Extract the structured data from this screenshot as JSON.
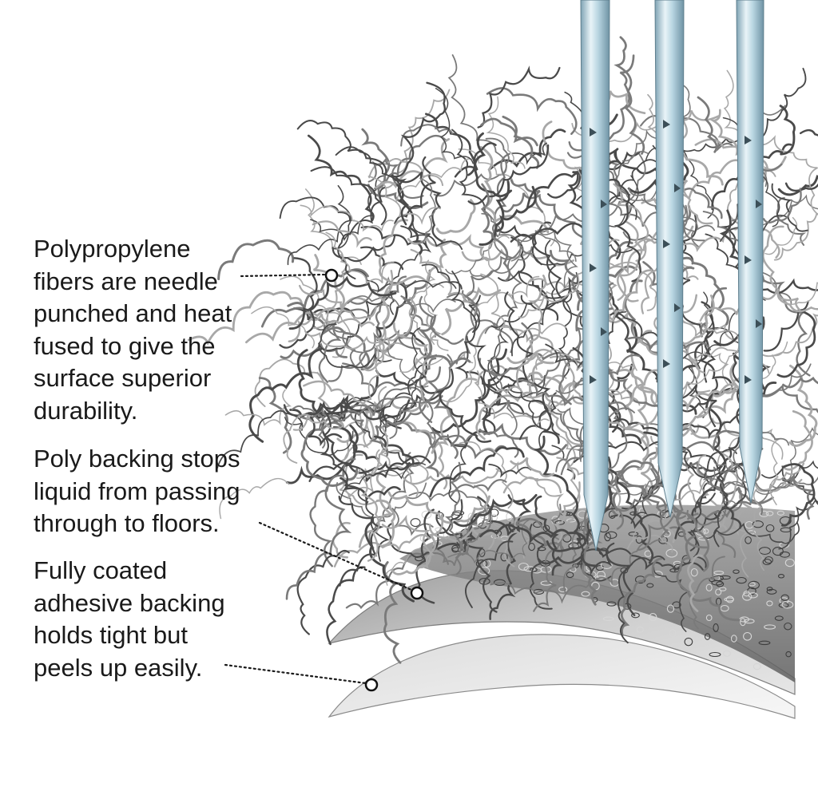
{
  "callouts": [
    {
      "lines": [
        "Polypropylene",
        "fibers are needle",
        "punched and heat",
        "fused to give the",
        "surface superior",
        "durability."
      ]
    },
    {
      "lines": [
        "Poly backing stops",
        "liquid from passing",
        "through to floors."
      ]
    },
    {
      "lines": [
        "Fully coated",
        "adhesive backing",
        "holds tight but",
        "peels up easily."
      ]
    }
  ],
  "icons": {
    "needle": "needle-icon",
    "marker": "callout-marker-icon"
  },
  "colors": {
    "text": "#1a1a1a",
    "fiber_dark": "#4a4a4a",
    "fiber_mid": "#7a7a7a",
    "fiber_light": "#a8a8a8",
    "needle": "#b9d6e2",
    "backing": "#d9d9d9",
    "adhesive": "#efefef"
  }
}
